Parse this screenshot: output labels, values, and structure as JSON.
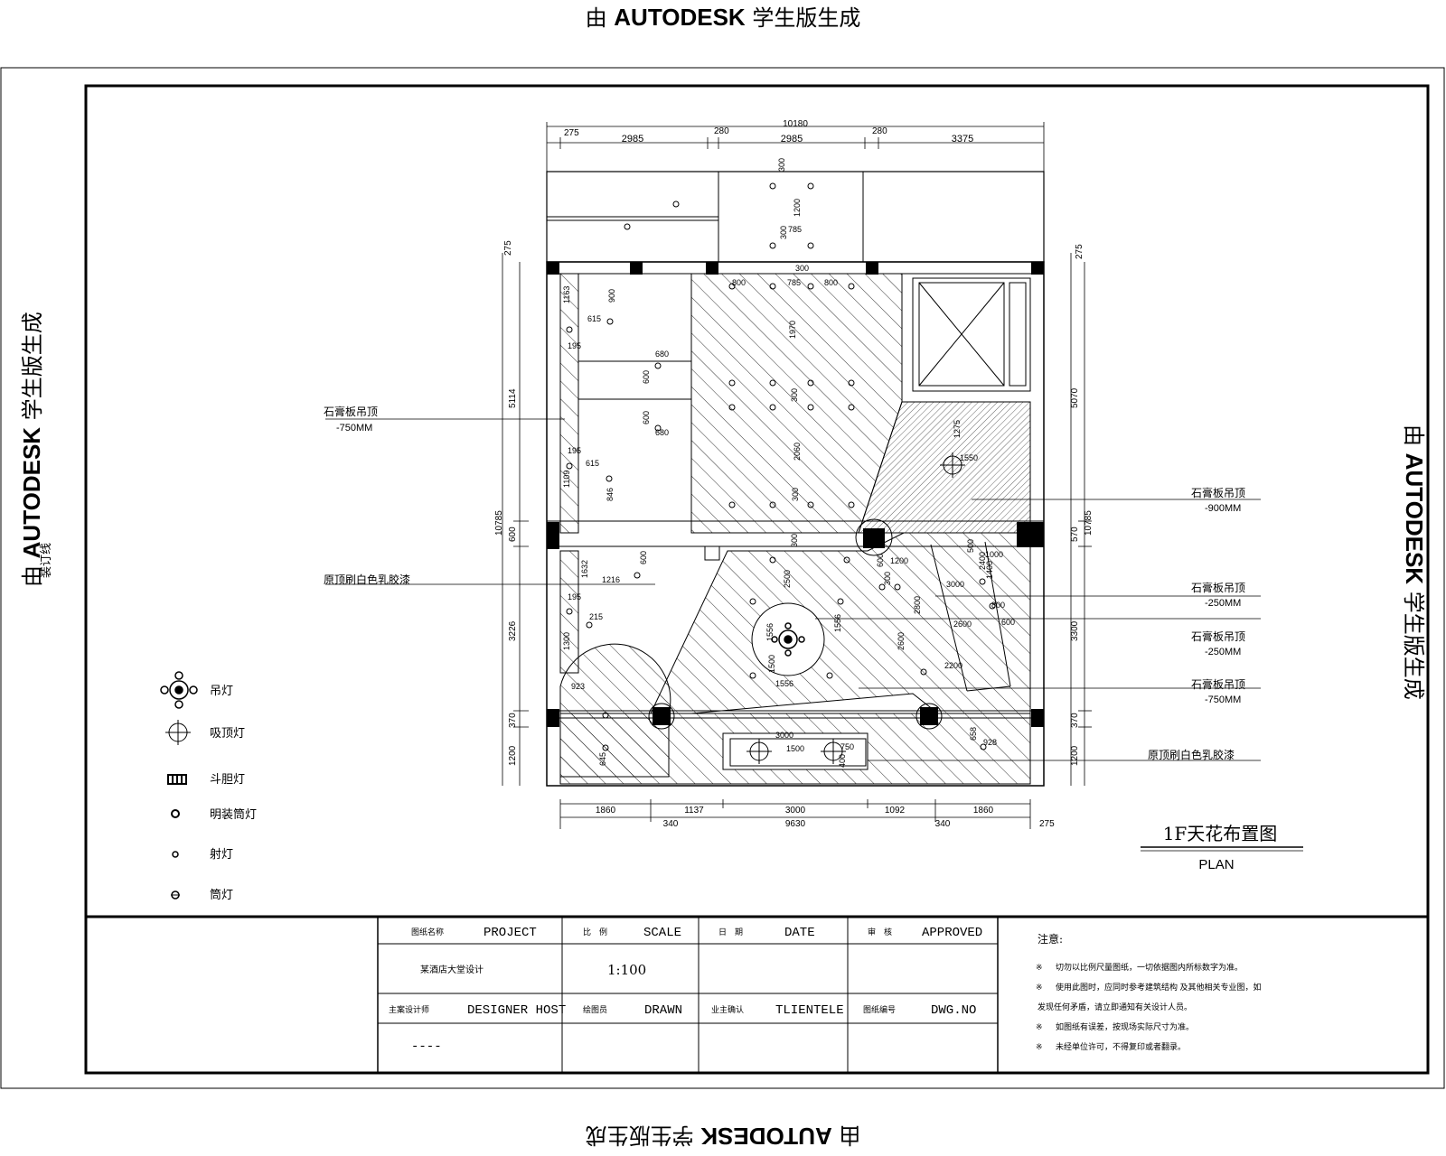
{
  "watermark": {
    "prefix": "由",
    "brand": "AUTODESK",
    "suffix": "学生版生成"
  },
  "binding_line": "装订线",
  "drawing": {
    "title": "1F天花布置图",
    "subtitle": "PLAN",
    "dims_top": {
      "overall": "10180",
      "segments": [
        "275",
        "2985",
        "280",
        "2985",
        "280",
        "3375"
      ]
    },
    "dims_bottom": {
      "segments": [
        "1860",
        "1137",
        "3000",
        "1092",
        "1860"
      ],
      "sub": [
        "340",
        "340",
        "275"
      ],
      "overall": "9630"
    },
    "dims_left": [
      "275",
      "5114",
      "600",
      "3226",
      "370",
      "1200"
    ],
    "dims_left_overall": "10785",
    "dims_right": [
      "275",
      "5070",
      "570",
      "3300",
      "370",
      "1200"
    ],
    "dims_right_overall": "10785",
    "interior_dims": [
      "300",
      "1200",
      "785",
      "300",
      "300",
      "800",
      "785",
      "800",
      "1970",
      "300",
      "2060",
      "300",
      "900",
      "615",
      "195",
      "1163",
      "680",
      "600",
      "600",
      "680",
      "195",
      "615",
      "846",
      "1109",
      "600",
      "1216",
      "1632",
      "195",
      "215",
      "1300",
      "300",
      "2500",
      "1556",
      "1556",
      "1500",
      "1556",
      "923",
      "645",
      "3000",
      "1500",
      "750",
      "400",
      "658",
      "928",
      "1275",
      "1550",
      "600",
      "1200",
      "300",
      "500",
      "1000",
      "3000",
      "2800",
      "2400",
      "800",
      "2600",
      "600",
      "2200",
      "1400",
      "2600"
    ],
    "callouts": [
      {
        "text": "石膏板吊顶",
        "sub": "-750MM"
      },
      {
        "text": "原顶刷白色乳胶漆",
        "sub": ""
      },
      {
        "text": "石膏板吊顶",
        "sub": "-900MM"
      },
      {
        "text": "石膏板吊顶",
        "sub": "-250MM"
      },
      {
        "text": "石膏板吊顶",
        "sub": "-250MM"
      },
      {
        "text": "石膏板吊顶",
        "sub": "-750MM"
      },
      {
        "text": "原顶刷白色乳胶漆",
        "sub": ""
      }
    ]
  },
  "legend": [
    {
      "icon": "chandelier-icon",
      "label": "吊灯"
    },
    {
      "icon": "ceiling-light-icon",
      "label": "吸顶灯"
    },
    {
      "icon": "strip-light-icon",
      "label": "斗胆灯"
    },
    {
      "icon": "recessed-downlight-icon",
      "label": "明装筒灯"
    },
    {
      "icon": "spot-light-icon",
      "label": "射灯"
    },
    {
      "icon": "downlight-icon",
      "label": "筒灯"
    }
  ],
  "title_block": {
    "project_cn": "图纸名称",
    "project_en": "PROJECT",
    "project_value": "某酒店大堂设计",
    "scale_cn": "比　例",
    "scale_en": "SCALE",
    "scale_value": "1:100",
    "date_cn": "日　期",
    "date_en": "DATE",
    "approved_cn": "审　核",
    "approved_en": "APPROVED",
    "designer_cn": "主案设计师",
    "designer_en": "DESIGNER HOST",
    "designer_value": "----",
    "drawn_cn": "绘图员",
    "drawn_en": "DRAWN",
    "client_cn": "业主确认",
    "client_en": "TLIENTELE",
    "dwg_cn": "图纸编号",
    "dwg_en": "DWG.NO",
    "notes_title": "注意:",
    "notes": [
      "切勿以比例尺量图纸，一切依据图内所标数字为准。",
      "使用此图时，应同时参考建筑结构 及其他相关专业图，如",
      "发现任何矛盾，请立即通知有关设计人员。",
      "如图纸有误差，按现场实际尺寸为准。",
      "未经单位许可，不得复印或者翻录。"
    ],
    "note_marks": [
      "※",
      "※",
      "",
      "※",
      "※"
    ]
  }
}
